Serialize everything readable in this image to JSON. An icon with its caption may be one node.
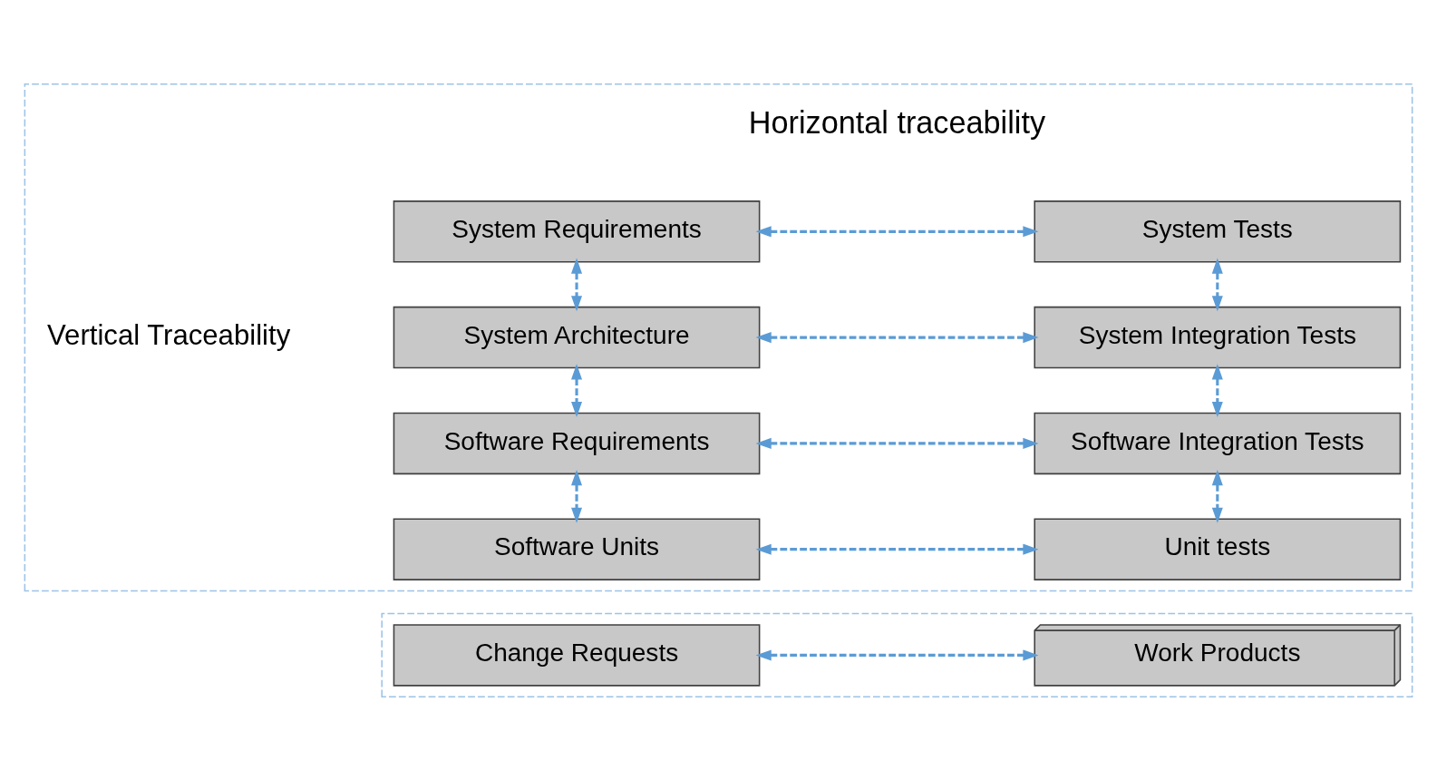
{
  "diagram": {
    "nodes": [
      {
        "text": [],
        "shape": "box"
      },
      {
        "text": [
          "System Requirements"
        ],
        "in": 0
      },
      {
        "text": [
          "System Tests"
        ],
        "in": 0
      },
      {
        "text": [
          "System Architecture"
        ],
        "in": 0
      },
      {
        "text": [
          "System Integration Tests"
        ],
        "in": 0
      },
      {
        "text": [
          "Software Requirements"
        ],
        "in": 0
      },
      {
        "text": [
          "Software Integration Tests"
        ],
        "in": 0
      },
      {
        "text": [
          "Software Units"
        ],
        "in": 0
      },
      {
        "text": [
          "Unit tests"
        ],
        "in": 0
      },
      {
        "text": [],
        "shape": "box"
      },
      {
        "text": [
          "Change Requests"
        ],
        "in": 9
      },
      {
        "text": [
          "Work Products"
        ],
        "in": 9
      }
    ],
    "edges": [
      {
        "from": 1,
        "to": 2,
        "arrow": "both",
        "style": "dashed"
      },
      {
        "from": 1,
        "to": 3,
        "arrow": "both",
        "style": "dashed"
      },
      {
        "from": 2,
        "to": 4,
        "arrow": "both",
        "style": "dashed"
      },
      {
        "from": 3,
        "to": 4,
        "arrow": "both",
        "style": "dashed"
      },
      {
        "from": 3,
        "to": 5,
        "arrow": "both",
        "style": "dashed"
      },
      {
        "from": 4,
        "to": 6,
        "arrow": "both",
        "style": "dashed"
      },
      {
        "from": 5,
        "to": 6,
        "arrow": "both",
        "style": "dashed"
      },
      {
        "from": 5,
        "to": 7,
        "arrow": "both",
        "style": "dashed"
      },
      {
        "from": 6,
        "to": 8,
        "arrow": "both",
        "style": "dashed"
      },
      {
        "from": 7,
        "to": 8,
        "arrow": "both",
        "style": "dashed"
      },
      {
        "from": 10,
        "to": 11,
        "arrow": "both",
        "style": "dashed"
      }
    ],
    "labels": [
      "Horizontal traceability",
      "Vertical Traceability"
    ]
  }
}
